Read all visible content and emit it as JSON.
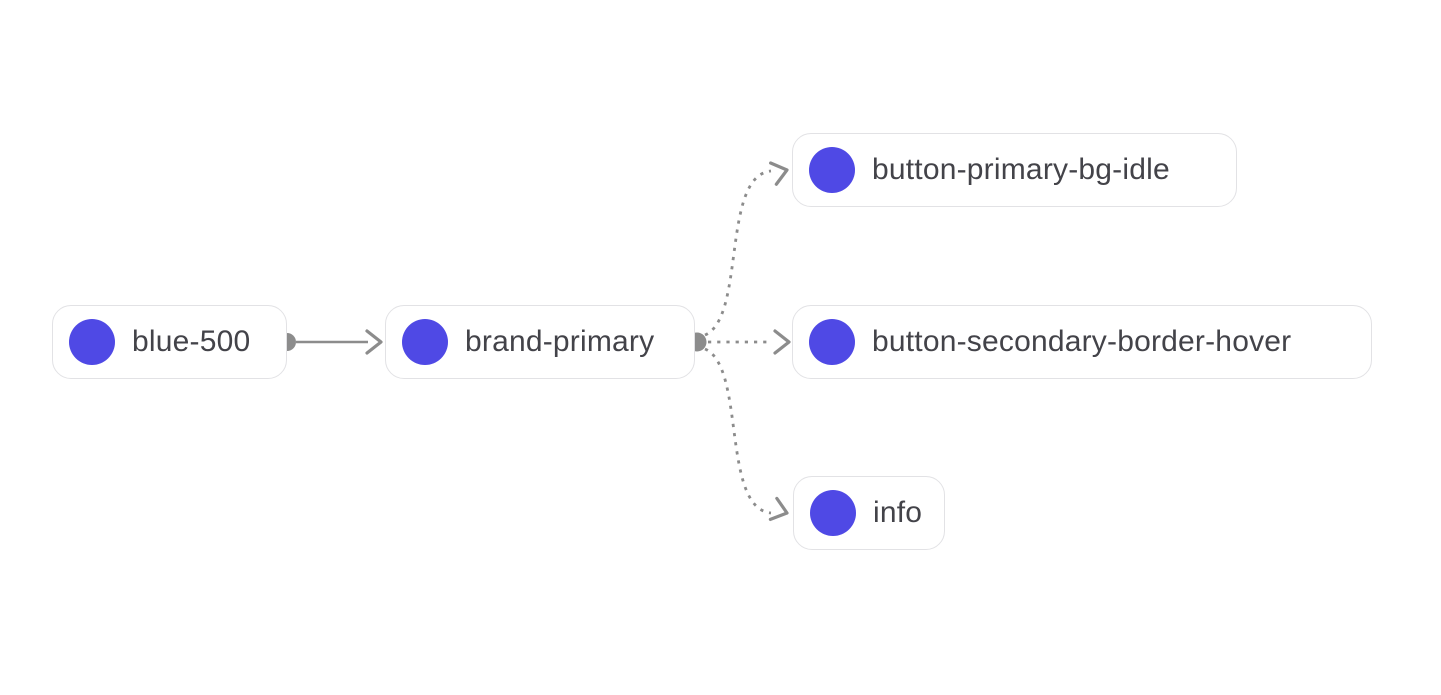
{
  "diagram": {
    "type": "token-dependency-graph",
    "nodes": [
      {
        "id": "blue-500",
        "label": "blue-500"
      },
      {
        "id": "brand-primary",
        "label": "brand-primary"
      },
      {
        "id": "button-primary-bg-idle",
        "label": "button-primary-bg-idle"
      },
      {
        "id": "button-secondary-border-hover",
        "label": "button-secondary-border-hover"
      },
      {
        "id": "info",
        "label": "info"
      }
    ],
    "edges": [
      {
        "from": "blue-500",
        "to": "brand-primary",
        "style": "solid"
      },
      {
        "from": "brand-primary",
        "to": "button-primary-bg-idle",
        "style": "dashed"
      },
      {
        "from": "brand-primary",
        "to": "button-secondary-border-hover",
        "style": "dashed"
      },
      {
        "from": "brand-primary",
        "to": "info",
        "style": "dashed"
      }
    ],
    "colors": {
      "swatch": "#4f49e5",
      "edge": "#8c8c8c",
      "node_border": "#e2e2e5",
      "node_bg": "#ffffff",
      "label_text": "#434349",
      "canvas_bg": "#ffffff"
    }
  }
}
